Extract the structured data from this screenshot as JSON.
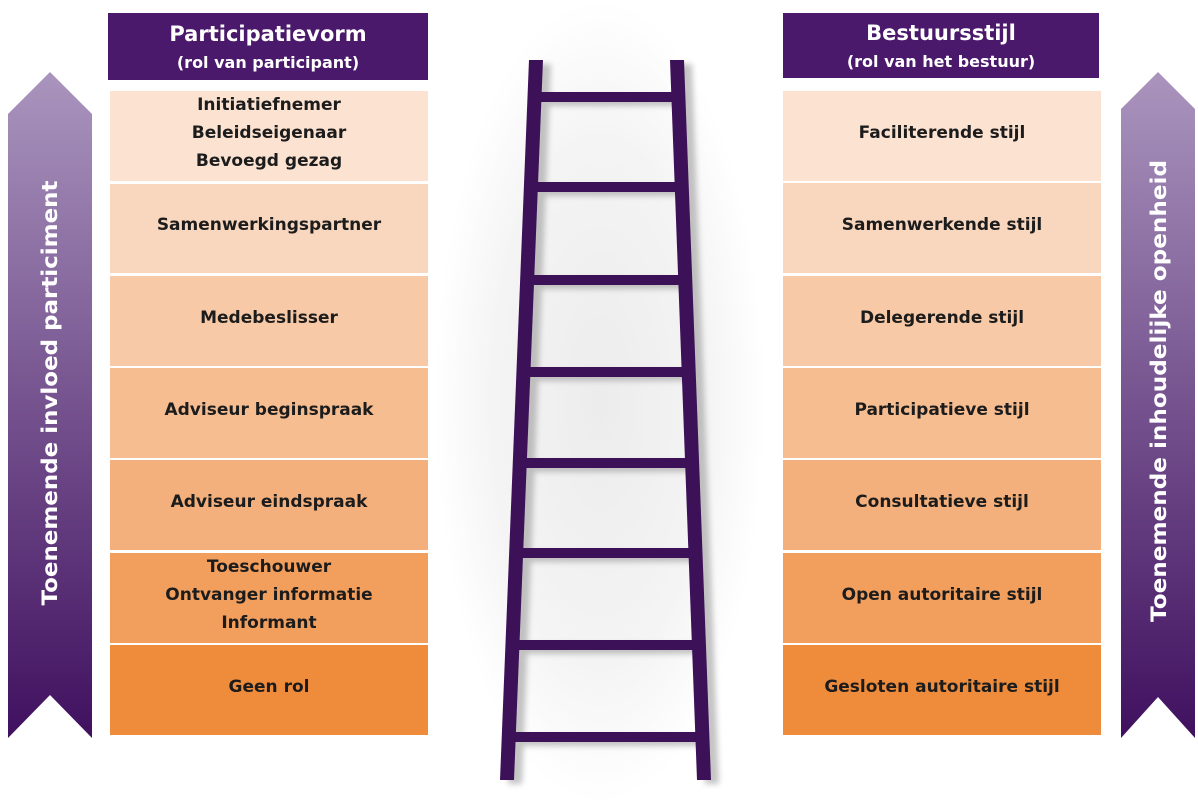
{
  "left_arrow": {
    "label": "Toenemende invloed particiment"
  },
  "right_arrow": {
    "label": "Toenemende inhoudelijke openheid"
  },
  "participatievorm": {
    "title": "Participatievorm",
    "subtitle": "(rol van participant)",
    "rows": [
      {
        "lines": [
          "Initiatiefnemer",
          "Beleidseigenaar",
          "Bevoegd gezag"
        ]
      },
      {
        "lines": [
          "Samenwerkingspartner"
        ]
      },
      {
        "lines": [
          "Medebeslisser"
        ]
      },
      {
        "lines": [
          "Adviseur beginspraak"
        ]
      },
      {
        "lines": [
          "Adviseur eindspraak"
        ]
      },
      {
        "lines": [
          "Toeschouwer",
          "Ontvanger informatie",
          "Informant"
        ]
      },
      {
        "lines": [
          "Geen rol"
        ]
      }
    ]
  },
  "bestuursstijl": {
    "title": "Bestuursstijl",
    "subtitle": "(rol van het bestuur)",
    "rows": [
      "Faciliterende stijl",
      "Samenwerkende stijl",
      "Delegerende stijl",
      "Participatieve stijl",
      "Consultatieve stijl",
      "Open autoritaire stijl",
      "Gesloten autoritaire stijl"
    ]
  },
  "colors": {
    "header": "#4b196b",
    "ladder": "#3c1158",
    "arrow_top": "#aa95be",
    "arrow_bottom": "#40105f",
    "arrow_text": "#ffffff",
    "rows": [
      "#fbe2d1",
      "#f9d6be",
      "#f7c9a6",
      "#f6bd91",
      "#f4b07c",
      "#f29f5e",
      "#ef8c3b"
    ]
  }
}
